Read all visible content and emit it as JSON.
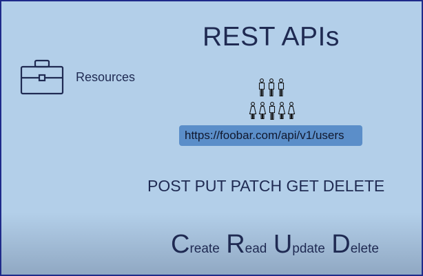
{
  "slide": {
    "title": "REST APIs",
    "resources_label": "Resources",
    "url": "https://foobar.com/api/v1/users",
    "methods": "POST PUT PATCH GET DELETE",
    "crud": [
      {
        "initial": "C",
        "rest": "reate"
      },
      {
        "initial": "R",
        "rest": "ead"
      },
      {
        "initial": "U",
        "rest": "pdate"
      },
      {
        "initial": "D",
        "rest": "elete"
      }
    ]
  },
  "icons": {
    "briefcase": "briefcase-icon",
    "people": "people-group-icon"
  },
  "colors": {
    "background": "#b3cfe9",
    "text": "#1f2a52",
    "url_box": "#5b8ec9",
    "border": "#1f2a8a"
  }
}
